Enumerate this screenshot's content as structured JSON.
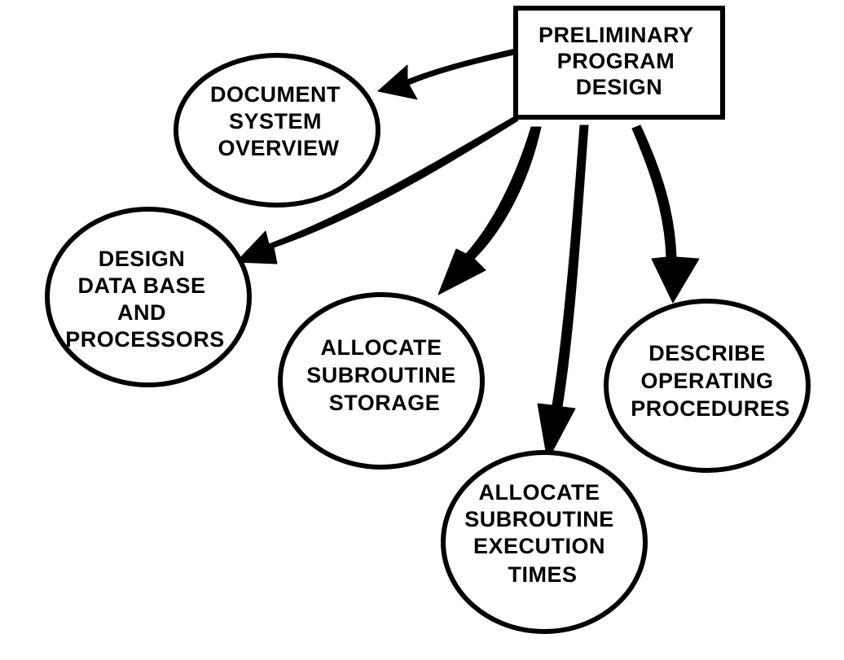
{
  "diagram": {
    "root": {
      "lines": [
        "PRELIMINARY",
        "PROGRAM",
        "DESIGN"
      ]
    },
    "nodes": [
      {
        "id": "document-system-overview",
        "lines": [
          "DOCUMENT",
          "SYSTEM",
          "OVERVIEW"
        ]
      },
      {
        "id": "design-data-base-and-processors",
        "lines": [
          "DESIGN",
          "DATA BASE",
          "AND",
          "PROCESSORS"
        ]
      },
      {
        "id": "allocate-subroutine-storage",
        "lines": [
          "ALLOCATE",
          "SUBROUTINE",
          "STORAGE"
        ]
      },
      {
        "id": "allocate-subroutine-execution-times",
        "lines": [
          "ALLOCATE",
          "SUBROUTINE",
          "EXECUTION",
          "TIMES"
        ]
      },
      {
        "id": "describe-operating-procedures",
        "lines": [
          "DESCRIBE",
          "OPERATING",
          "PROCEDURES"
        ]
      }
    ],
    "edges": [
      {
        "from": "root",
        "to": "document-system-overview"
      },
      {
        "from": "root",
        "to": "design-data-base-and-processors"
      },
      {
        "from": "root",
        "to": "allocate-subroutine-storage"
      },
      {
        "from": "root",
        "to": "allocate-subroutine-execution-times"
      },
      {
        "from": "root",
        "to": "describe-operating-procedures"
      }
    ],
    "colors": {
      "stroke": "#000000",
      "fill": "#ffffff",
      "text": "#000000"
    }
  }
}
